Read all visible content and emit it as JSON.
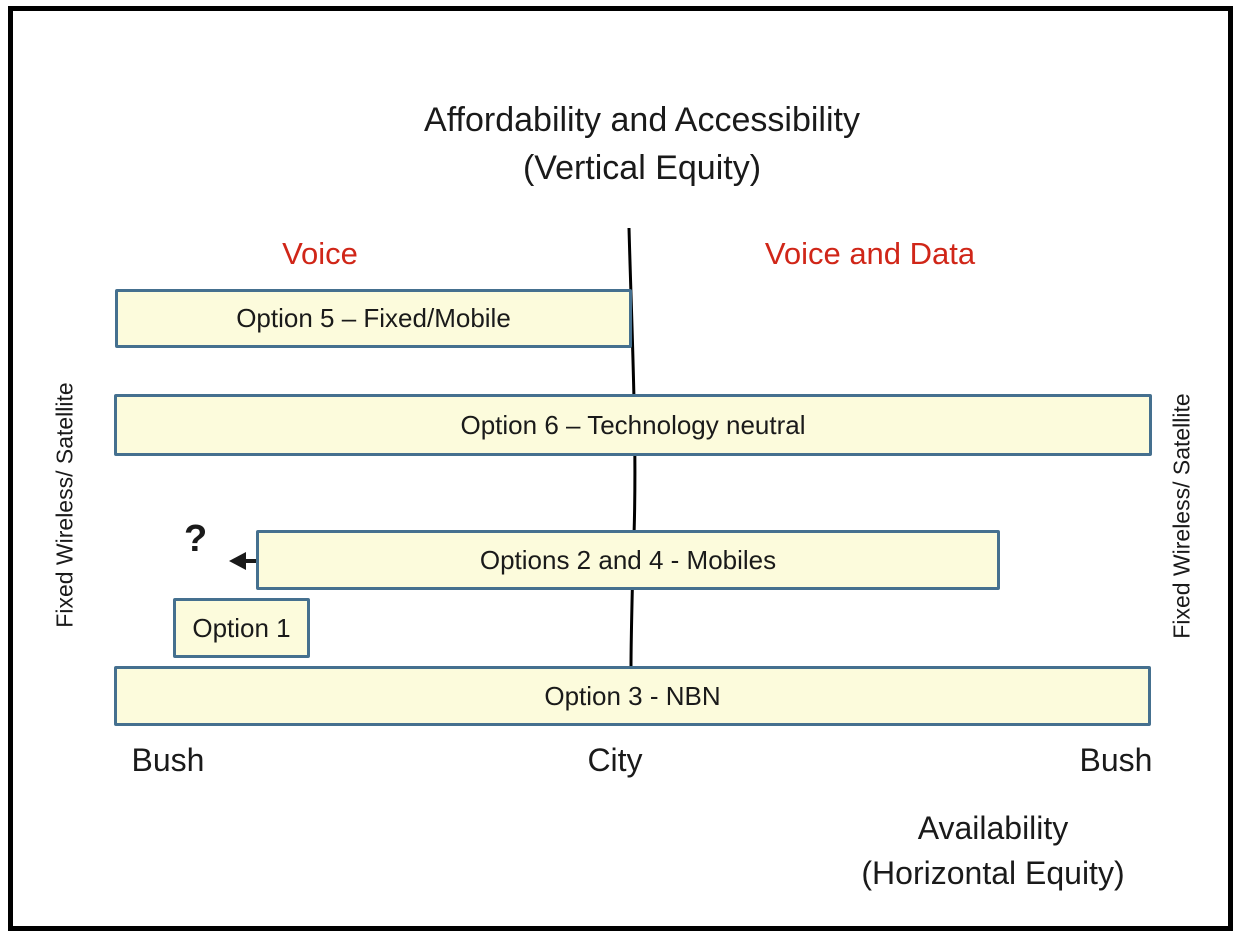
{
  "colors": {
    "bar_fill": "#fcfbdc",
    "bar_border": "#45708f",
    "accent_red": "#d02618",
    "text": "#1a1a1a",
    "frame": "#000000"
  },
  "title": {
    "line1": "Affordability and Accessibility",
    "line2": "(Vertical Equity)"
  },
  "column_labels": {
    "left": "Voice",
    "right": "Voice and Data"
  },
  "bars": [
    {
      "label": "Option 5 – Fixed/Mobile"
    },
    {
      "label": "Option 6 – Technology neutral"
    },
    {
      "label": "Options 2 and 4 - Mobiles"
    },
    {
      "label": "Option 1"
    },
    {
      "label": "Option 3 - NBN"
    }
  ],
  "annotations": {
    "question_mark": "?"
  },
  "side_labels": {
    "left": "Fixed Wireless/ Satellite",
    "right": "Fixed Wireless/ Satellite"
  },
  "x_axis_labels": {
    "left": "Bush",
    "center": "City",
    "right": "Bush"
  },
  "axis_title": {
    "line1": "Availability",
    "line2": "(Horizontal Equity)"
  }
}
